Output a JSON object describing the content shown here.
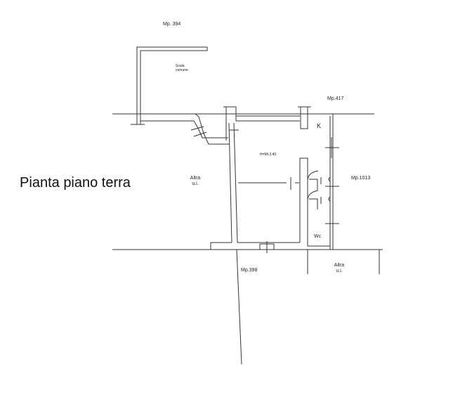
{
  "title": "Pianta piano terra",
  "labels": {
    "mp394": "Mp. 394",
    "scala": "Scala comune",
    "mp417": "Mp.417",
    "k": "K",
    "height": "H=Mt.3.40",
    "altra_left": "Altra u.i.",
    "mp1013": "Mp.1013",
    "wc": "Wc",
    "mp398": "Mp.398",
    "altra_bottom": "Altra u.i."
  }
}
